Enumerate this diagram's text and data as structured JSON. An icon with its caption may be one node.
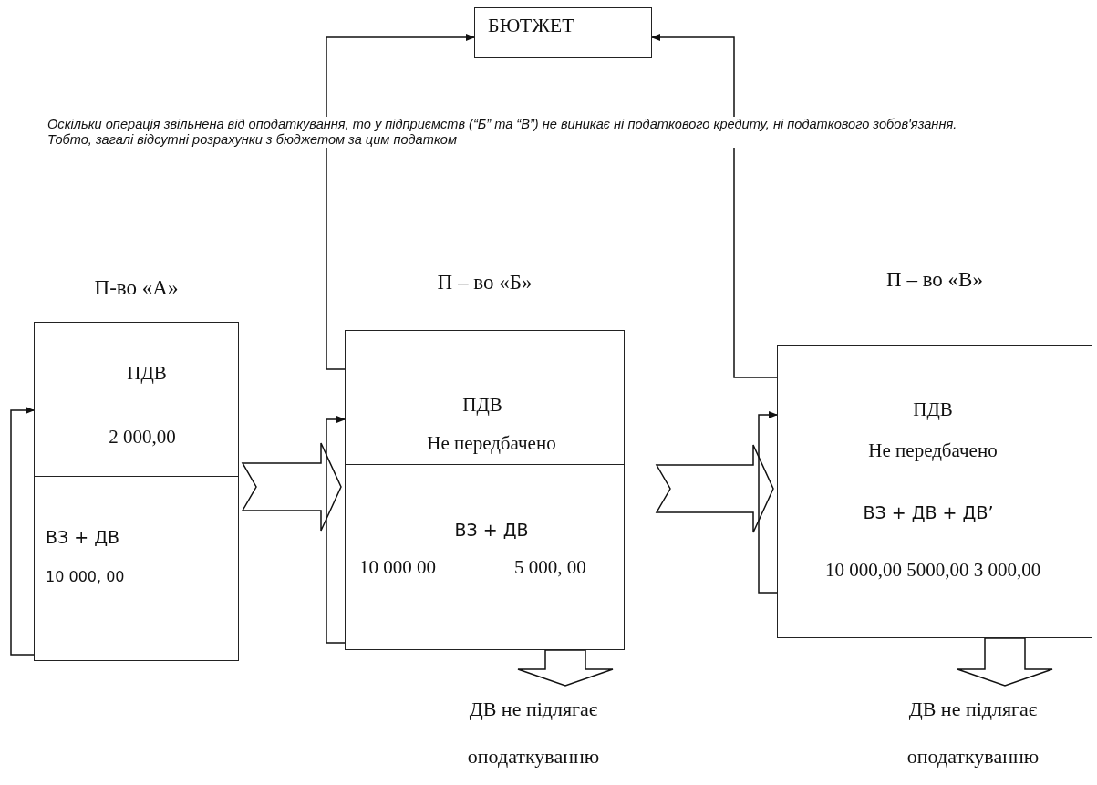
{
  "diagram": {
    "nodes": [
      {
        "text": [
          "БЮТЖЕТ"
        ]
      },
      {
        "text": [
          "П-во «А»",
          "ПДВ",
          "2 000,00",
          "ВЗ + ДВ",
          "10 000, 00"
        ]
      },
      {
        "text": [
          "П – во «Б»",
          "ПДВ",
          "Не передбачено",
          "ВЗ + ДВ",
          "10 000 00",
          "5 000, 00"
        ]
      },
      {
        "text": [
          "П – во «В»",
          "ПДВ",
          "Не передбачено",
          "ВЗ + ДВ + ДВ’",
          "10 000,00 5000,00 3 000,00"
        ]
      },
      {
        "text": [
          "ДВ не підлягає оподаткуванню"
        ]
      },
      {
        "text": [
          "ДВ не підлягає оподаткуванню"
        ]
      }
    ],
    "edges": [
      {
        "from": 2,
        "to": 0,
        "arrow": "to"
      },
      {
        "from": 3,
        "to": 0,
        "arrow": "to"
      },
      {
        "from": 1,
        "to": 2,
        "arrow": "to",
        "style": "thick"
      },
      {
        "from": 2,
        "to": 3,
        "arrow": "to",
        "style": "thick"
      },
      {
        "from": 2,
        "to": 4,
        "arrow": "to",
        "style": "thick"
      },
      {
        "from": 3,
        "to": 5,
        "arrow": "to",
        "style": "thick"
      },
      {
        "from": 1,
        "to": 1,
        "arrow": "to"
      },
      {
        "from": 2,
        "to": 2,
        "arrow": "to"
      },
      {
        "from": 3,
        "to": 3,
        "arrow": "to"
      }
    ],
    "labels": [
      "Оскільки операція звільнена від оподаткування, то у підприємств (“Б” та “В”) не виникає ні податкового кредиту, ні податкового зобов'язання. Тобто, загалі відсутні розрахунки з бюджетом за цим податком"
    ]
  }
}
